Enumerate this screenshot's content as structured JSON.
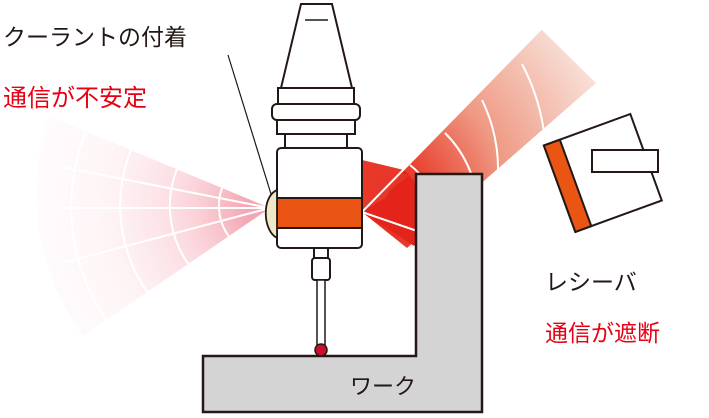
{
  "labels": {
    "coolant": "クーラントの付着",
    "unstable": "通信が不安定",
    "receiver": "レシーバ",
    "blocked": "通信が遮断",
    "work": "ワーク"
  },
  "colors": {
    "black_text": "#231815",
    "red_text": "#e60012",
    "orange_band": "#ea5514",
    "gray_fill": "#d4d4d4",
    "outline": "#231815",
    "pink_signal": "#f5a0ad",
    "red_signal": "#e83828",
    "coolant_drop": "#eee8c8",
    "probe_ball": "#c8102e"
  },
  "icons": {
    "probe": "touch-probe-icon",
    "receiver": "receiver-icon"
  }
}
